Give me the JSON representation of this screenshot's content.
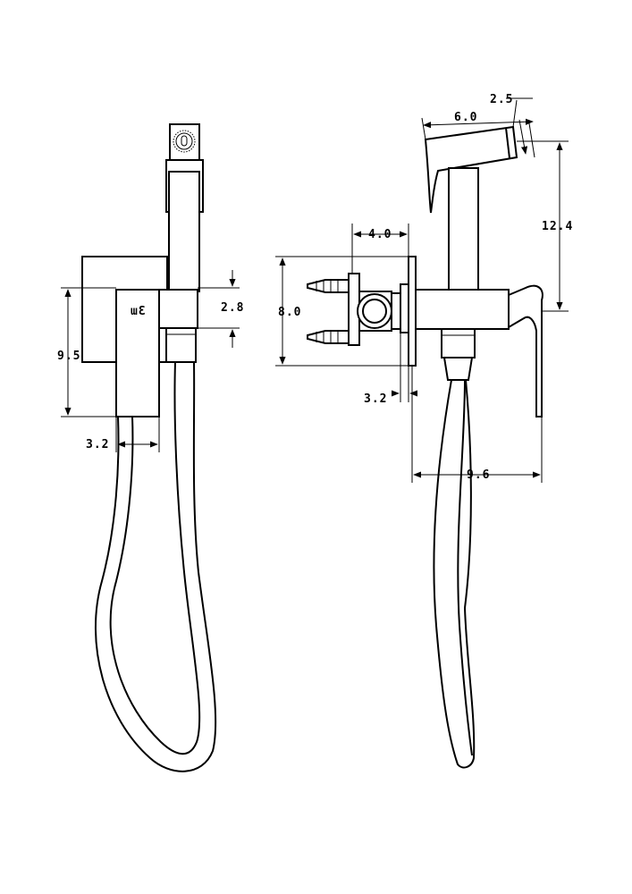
{
  "diagram": {
    "front_view": {
      "dimensions": {
        "body_height": "9.5",
        "connector_height": "2.8",
        "handle_width": "3.2"
      },
      "handle_marking": "ɯƐ"
    },
    "side_view": {
      "dimensions": {
        "sprayer_tip": "2.5",
        "sprayer_length": "6.0",
        "overall_height": "12.4",
        "wall_depth": "4.0",
        "plate_height": "8.0",
        "offset": "3.2",
        "projection": "9.6"
      }
    },
    "colors": {
      "line": "#000000",
      "background": "#ffffff"
    }
  }
}
